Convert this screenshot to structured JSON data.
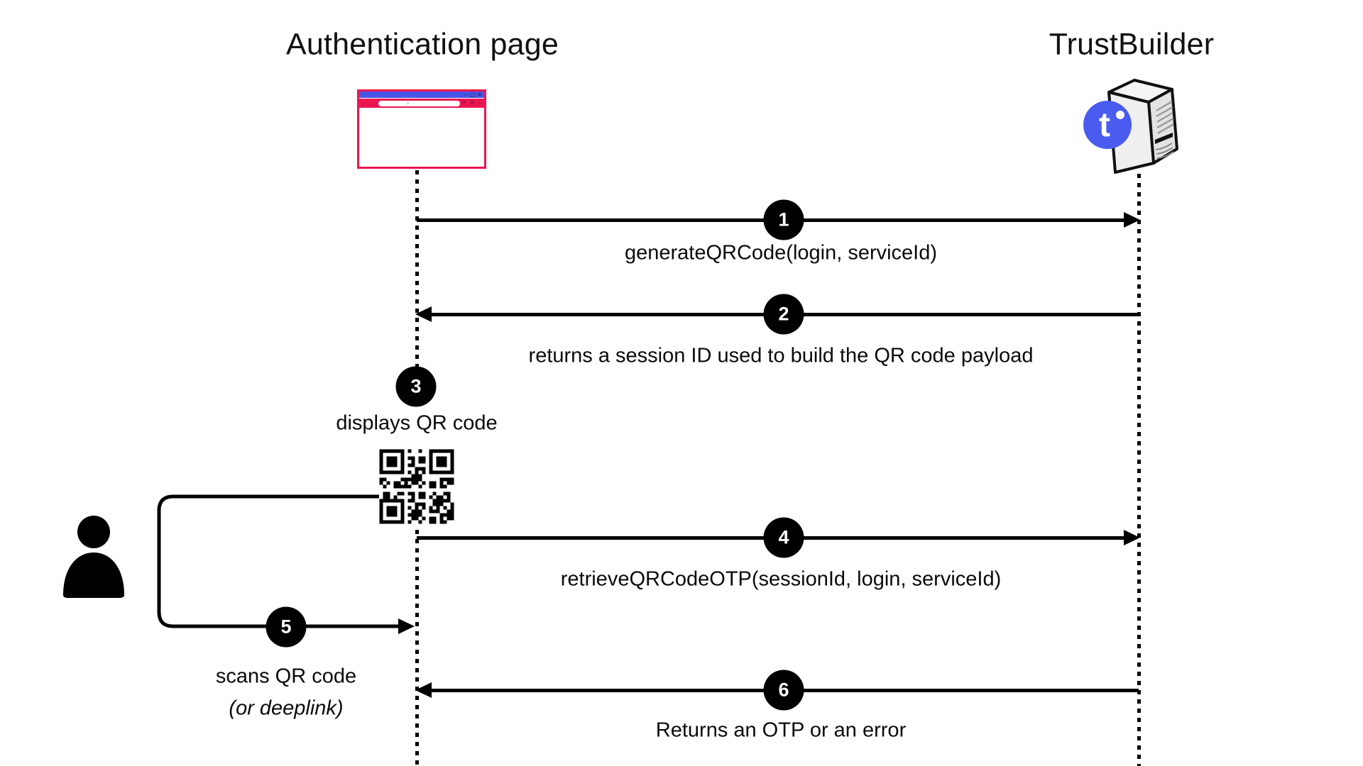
{
  "diagram": {
    "title_left": "Authentication page",
    "title_right": "TrustBuilder",
    "logo_letter": "t",
    "steps": {
      "s1": {
        "num": "1",
        "label": "generateQRCode(login, serviceId)"
      },
      "s2": {
        "num": "2",
        "label": "returns a session ID used to build the QR code payload"
      },
      "s3": {
        "num": "3",
        "label": "displays QR code"
      },
      "s4": {
        "num": "4",
        "label": "retrieveQRCodeOTP(sessionId, login, serviceId)"
      },
      "s5": {
        "num": "5",
        "label": "scans QR code",
        "sublabel": "(or deeplink)"
      },
      "s6": {
        "num": "6",
        "label": "Returns an OTP or an error"
      }
    }
  },
  "colors": {
    "line": "#000000",
    "pink": "#ed1651",
    "tbblue": "#4a55e6",
    "badge": "#4a5cf0"
  }
}
